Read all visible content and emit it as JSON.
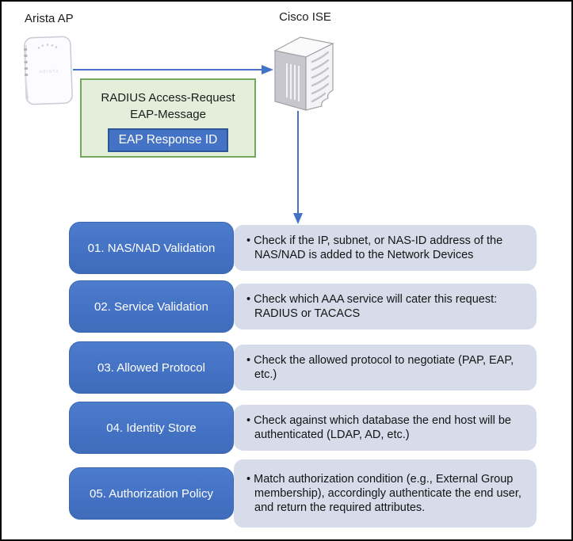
{
  "topology": {
    "ap_label": "Arista AP",
    "ap_device_text": "ARISTA",
    "ise_label": "Cisco ISE"
  },
  "request_box": {
    "line1": "RADIUS Access-Request",
    "line2": "EAP-Message",
    "button_label": "EAP Response ID"
  },
  "bullet": "•",
  "steps": [
    {
      "label": "01. NAS/NAD Validation",
      "description": "Check if the IP, subnet, or NAS-ID address of the NAS/NAD is added to the Network Devices"
    },
    {
      "label": "02. Service Validation",
      "description": "Check which AAA service will cater this request: RADIUS or TACACS"
    },
    {
      "label": "03. Allowed Protocol",
      "description": "Check the allowed protocol to negotiate (PAP, EAP, etc.)"
    },
    {
      "label": "04. Identity Store",
      "description": "Check against which database the end host will be authenticated (LDAP, AD, etc.)"
    },
    {
      "label": "05. Authorization Policy",
      "description": "Match authorization condition (e.g., External Group membership), accordingly authenticate the end user, and return the required attributes."
    }
  ],
  "colors": {
    "accent_blue": "#4472C4",
    "dark_blue_border": "#2F5597",
    "step_description_fill": "#D6DCE9",
    "green_fill": "#E3EFDB",
    "green_border": "#74A85D",
    "frame_border": "#000000"
  }
}
